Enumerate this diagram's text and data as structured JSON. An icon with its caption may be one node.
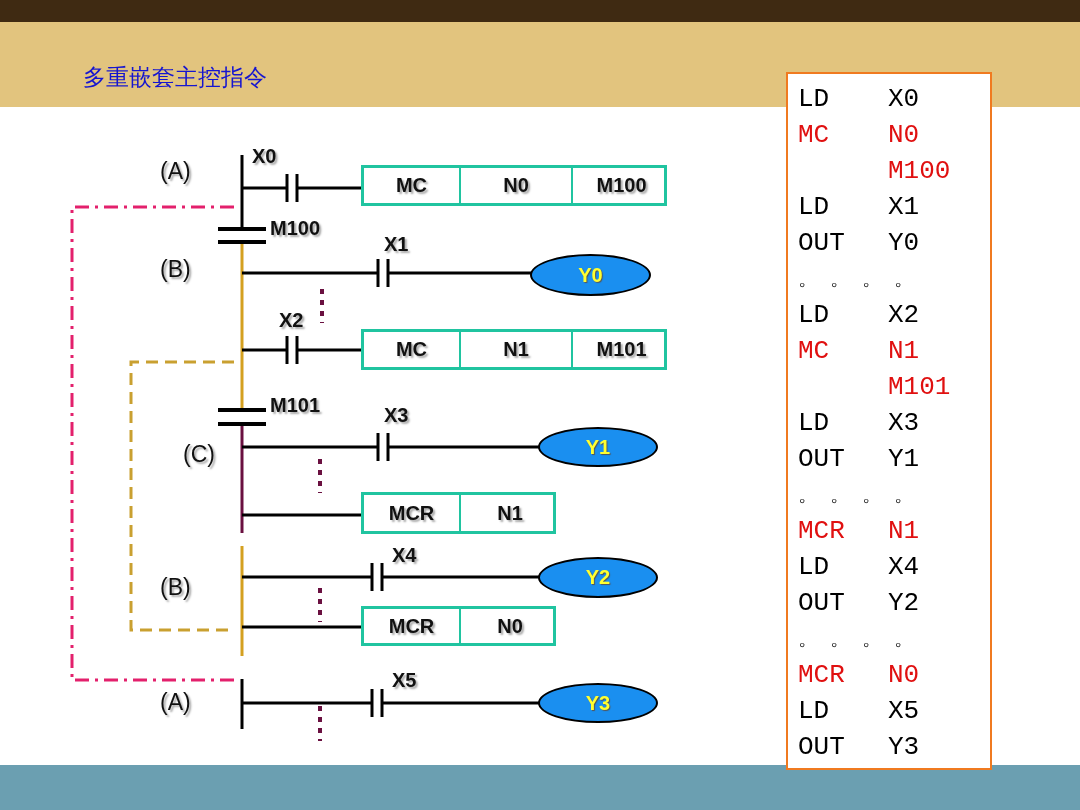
{
  "diagram": {
    "title": "多重嵌套主控指令",
    "nodes": [
      {
        "text": [
          "MC",
          "N0",
          "M100"
        ]
      },
      {
        "text": [
          "Y0"
        ]
      },
      {
        "text": [
          "MC",
          "N1",
          "M101"
        ]
      },
      {
        "text": [
          "Y1"
        ]
      },
      {
        "text": [
          "MCR",
          "N1"
        ]
      },
      {
        "text": [
          "Y2"
        ]
      },
      {
        "text": [
          "MCR",
          "N0"
        ]
      },
      {
        "text": [
          "Y3"
        ]
      },
      {
        "text": [
          "LD",
          "X0",
          "MC",
          "N0",
          "M100",
          "LD",
          "X1",
          "OUT",
          "Y0",
          "。 。 。 。",
          "LD",
          "X2",
          "MC",
          "N1",
          "M101",
          "LD",
          "X3",
          "OUT",
          "Y1",
          "。 。 。 。",
          "MCR",
          "N1",
          "LD",
          "X4",
          "OUT",
          "Y2",
          "。 。 。 。",
          "MCR",
          "N0",
          "LD",
          "X5",
          "OUT",
          "Y3"
        ]
      }
    ],
    "labels": [
      "(A)",
      "X0",
      "M100",
      "(B)",
      "X1",
      "X2",
      "M101",
      "X3",
      "(C)",
      "X4",
      "(B)",
      "X5",
      "(A)"
    ]
  }
}
